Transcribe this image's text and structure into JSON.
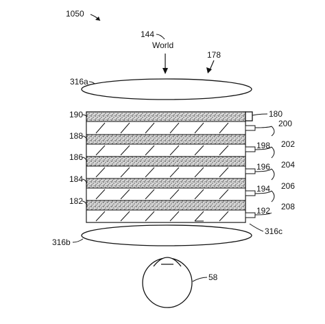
{
  "figure": {
    "figure_number": "1050",
    "world_number": "144",
    "world_label": "World",
    "light_ref": "178",
    "lens_top": "316a",
    "lens_bottom": "316b",
    "lens_corner": "316c",
    "eye_ref": "58",
    "stack_ref": "180",
    "layer_refs_left": [
      "190",
      "188",
      "186",
      "184",
      "182"
    ],
    "waveguide_refs_right": [
      "198",
      "196",
      "194",
      "192"
    ],
    "injector_refs": [
      "200",
      "202",
      "204",
      "206",
      "208"
    ]
  }
}
